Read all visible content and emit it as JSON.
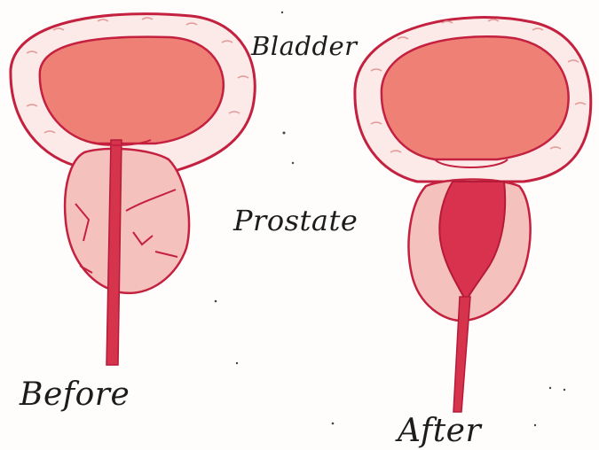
{
  "labels": {
    "bladder": "Bladder",
    "prostate": "Prostate",
    "before": "Before",
    "after": "After"
  },
  "colors": {
    "outline": "#c4203f",
    "bladder_fill": "#ef8076",
    "wall_fill": "#fbeae8",
    "prostate_fill": "#f5c1bd",
    "tissue_removed": "#d8324f",
    "urethra": "#d6344c"
  }
}
